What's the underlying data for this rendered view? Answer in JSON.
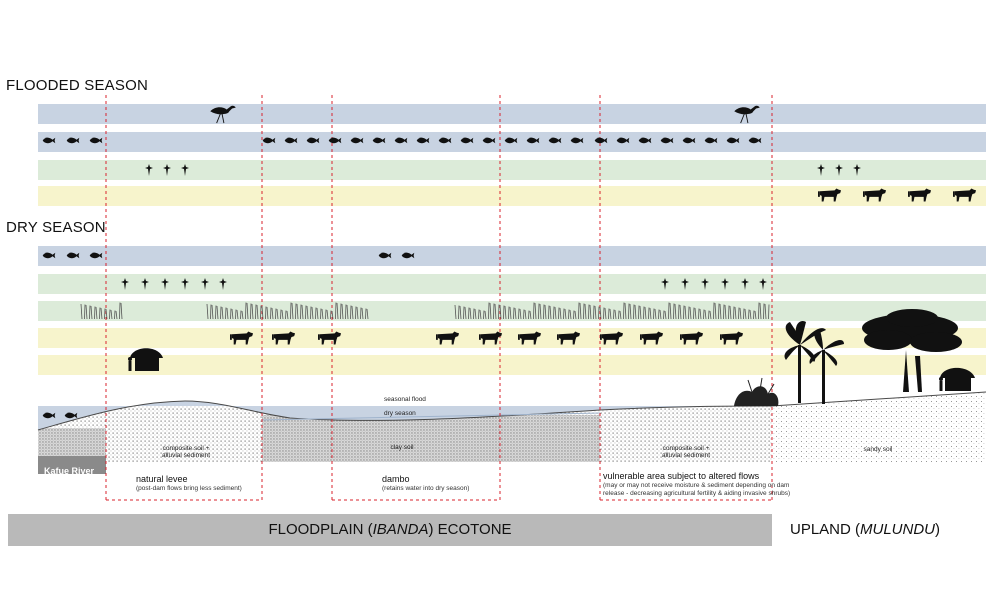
{
  "seasons": {
    "flooded": "FLOODED SEASON",
    "dry": "DRY SEASON"
  },
  "colors": {
    "water_band": "#c8d3e2",
    "green_band": "#dcebd9",
    "yellow_band": "#f7f4cc",
    "zone_border": "#d9232e",
    "ecotone_bar": "#b9b9b9",
    "ground_line": "#4a4a4a"
  },
  "flood_labels": {
    "seasonal": "seasonal flood",
    "dry": "dry season"
  },
  "soils": {
    "levee": [
      "composite soil +",
      "alluvial sediment"
    ],
    "clay": "clay soil",
    "vulnerable": [
      "composite soil +",
      "alluvial sediment"
    ],
    "sandy": "sandy soil"
  },
  "river": "Kafue River",
  "zones": {
    "levee": {
      "name": "natural levee",
      "note": "(post-dam flows bring less sediment)"
    },
    "dambo": {
      "name": "dambo",
      "note": "(retains water into dry season)"
    },
    "vulnerable": {
      "name": "vulnerable area subject to altered flows",
      "note_lines": [
        "(may or may not receive moisture & sediment  depending on dam",
        "release - decreasing agricultural fertility & aiding invasive shrubs)"
      ]
    }
  },
  "footer": {
    "ecotone_pre": "FLOODPLAIN (",
    "ecotone_em": "IBANDA",
    "ecotone_post": ") ECOTONE",
    "upland_pre": "UPLAND (",
    "upland_em": "MULUNDU",
    "upland_post": ")"
  },
  "icons": [
    "stork-icon",
    "fish-icon",
    "bird-flock-icon",
    "cattle-icon",
    "reed-grass-icon",
    "hut-icon",
    "person-icon",
    "palm-tree-icon",
    "acacia-tree-icon",
    "shrub-icon"
  ]
}
